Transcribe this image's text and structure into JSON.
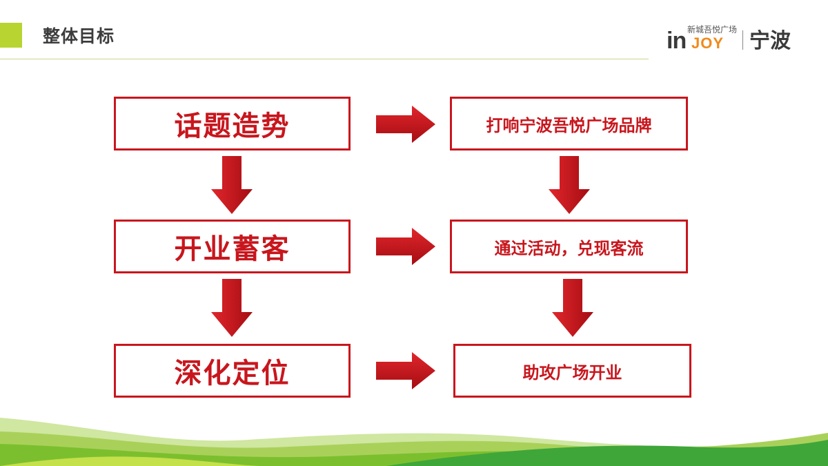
{
  "header": {
    "title": "整体目标",
    "logo": {
      "subtitle": "新城吾悦广场",
      "brand_in": "in",
      "brand_joy": "JOY",
      "city": "宁波"
    }
  },
  "flow": {
    "left": [
      "话题造势",
      "开业蓄客",
      "深化定位"
    ],
    "right": [
      "打响宁波吾悦广场品牌",
      "通过活动，兑现客流",
      "助攻广场开业"
    ]
  },
  "colors": {
    "accent": "#c8161d",
    "green": "#b8d430",
    "orange": "#f08a1c"
  }
}
